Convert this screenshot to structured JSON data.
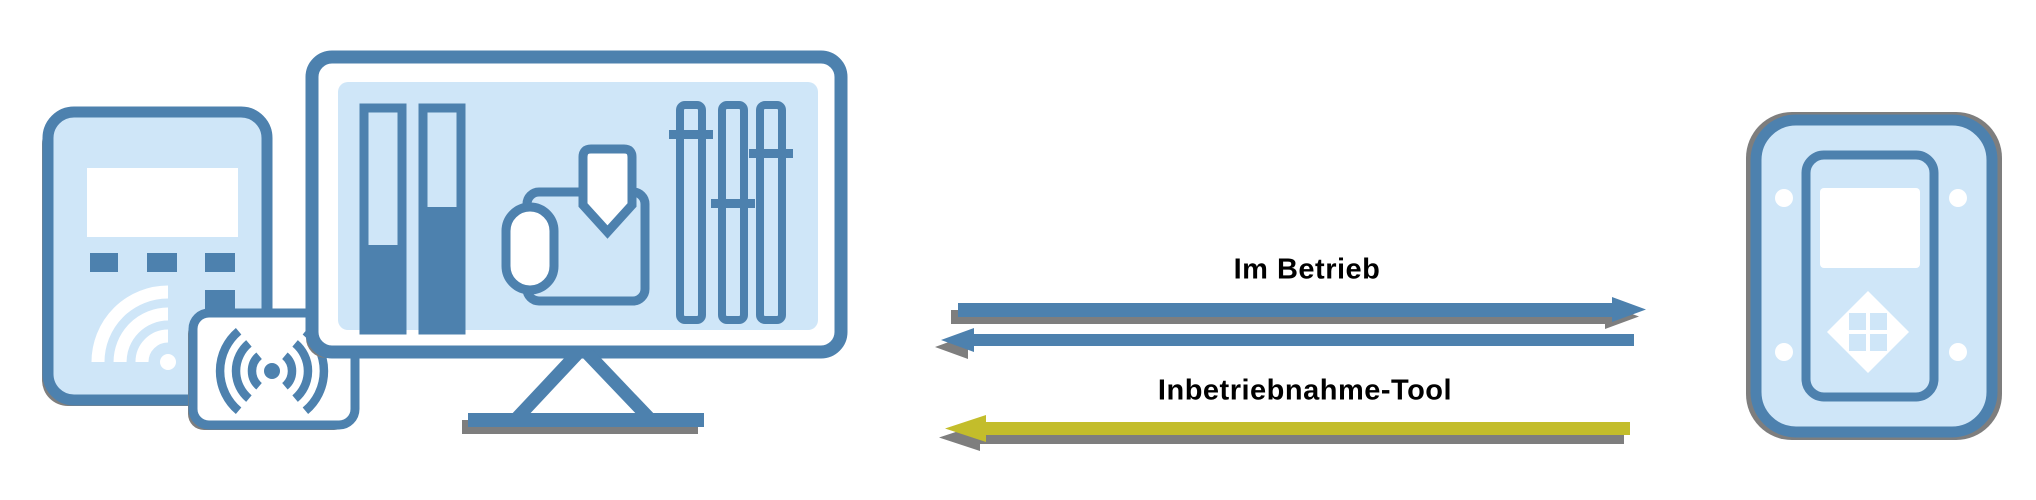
{
  "labels": {
    "operation": "Im Betrieb",
    "commissioning": "Inbetriebnahme-Tool"
  },
  "colors": {
    "light_blue": "#cfe6f8",
    "line_blue": "#4d81ae",
    "shadow_gray": "#7e7e7e",
    "arrow_yellow": "#c3bd2b",
    "text_black": "#000000",
    "white": "#ffffff"
  },
  "icons": {
    "left_device": "card-reader-terminal",
    "left_device_parts": [
      "display",
      "keypad-buttons",
      "wifi-signal"
    ],
    "card": "nfc-card-with-waves",
    "monitor_screen_icons": [
      "bar-chart",
      "download-to-card",
      "vertical-sliders"
    ],
    "right_device": "wall-mounted-controller",
    "right_device_parts": [
      "mounting-holes",
      "display",
      "directional-pad"
    ]
  }
}
